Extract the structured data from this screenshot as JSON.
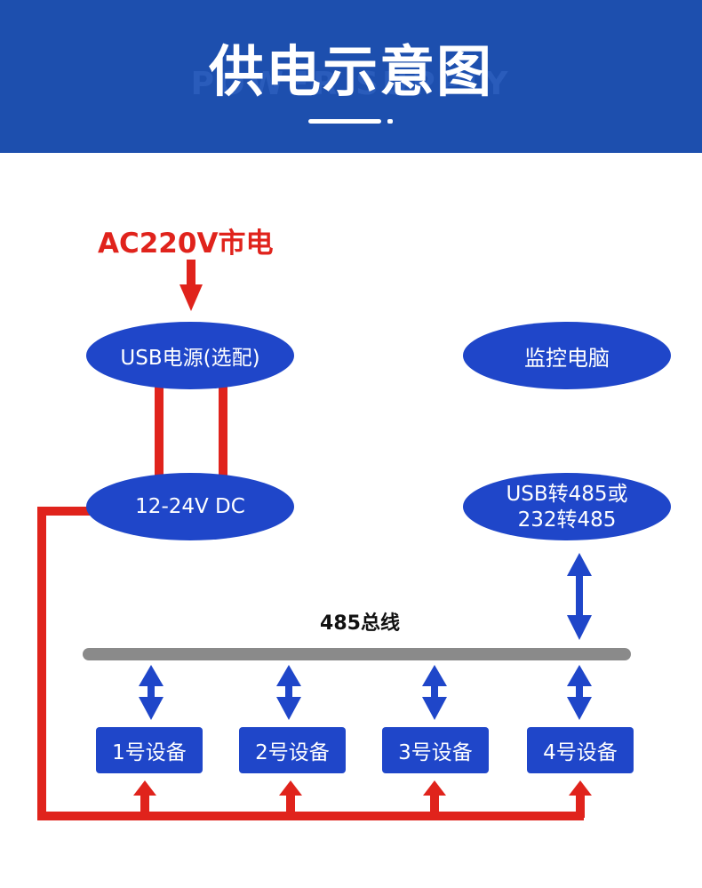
{
  "header": {
    "title": "供电示意图",
    "watermark": "POWER SUPPLY"
  },
  "power": {
    "ac_label": "AC220V市电",
    "usb_power": "USB电源(选配)",
    "dc": "12-24V DC"
  },
  "monitor": {
    "pc": "监控电脑",
    "converter_line1": "USB转485或",
    "converter_line2": "232转485"
  },
  "bus": {
    "label": "485总线"
  },
  "devices": [
    "1号设备",
    "2号设备",
    "3号设备",
    "4号设备"
  ],
  "colors": {
    "header_blue": "#1d4fae",
    "node_blue": "#1f46c9",
    "power_red": "#e0231c",
    "bus_gray": "#8a8a8a",
    "arrow_blue": "#1f46c9"
  }
}
